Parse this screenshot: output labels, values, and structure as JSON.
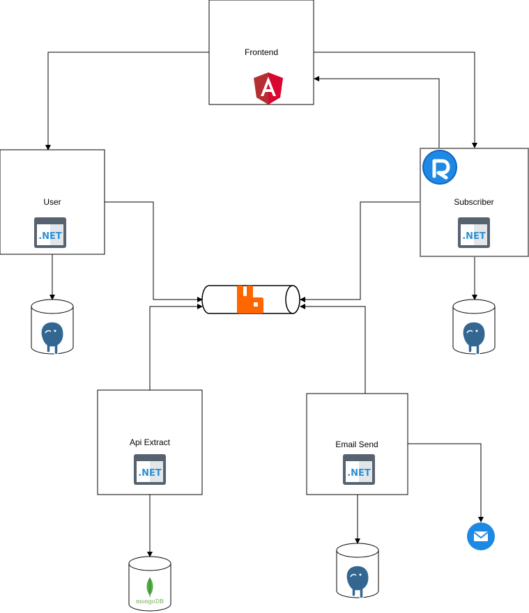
{
  "nodes": {
    "frontend": {
      "label": "Frontend"
    },
    "user": {
      "label": "User"
    },
    "subscriber": {
      "label": "Subscriber"
    },
    "api_extract": {
      "label": "Api Extract"
    },
    "email_send": {
      "label": "Email Send"
    }
  },
  "icons": {
    "dotnet_text": ".NET",
    "mongodb_text": "mongoDB"
  },
  "colors": {
    "angular": "#dd0031",
    "rabbitmq": "#ff6600",
    "dotnet": "#2e8fd6",
    "postgres": "#336791",
    "mongodb": "#4faa41",
    "email": "#1e88e5",
    "subscriber_border": "#808080"
  }
}
